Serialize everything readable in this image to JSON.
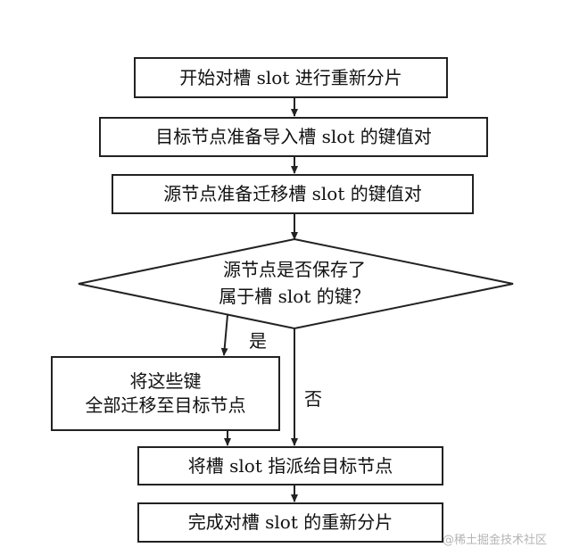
{
  "steps": {
    "start": "开始对槽 slot 进行重新分片",
    "target_prepare": "目标节点准备导入槽 slot 的键值对",
    "source_prepare": "源节点准备迁移槽 slot 的键值对",
    "decision_line1": "源节点是否保存了",
    "decision_line2": "属于槽 slot 的键？",
    "migrate_line1": "将这些键",
    "migrate_line2": "全部迁移至目标节点",
    "assign": "将槽 slot 指派给目标节点",
    "finish": "完成对槽 slot 的重新分片"
  },
  "branches": {
    "yes": "是",
    "no": "否"
  },
  "watermark": "@稀土掘金技术社区",
  "colors": {
    "stroke": "#222222",
    "text": "#111111",
    "watermark": "#b4b4b4"
  }
}
